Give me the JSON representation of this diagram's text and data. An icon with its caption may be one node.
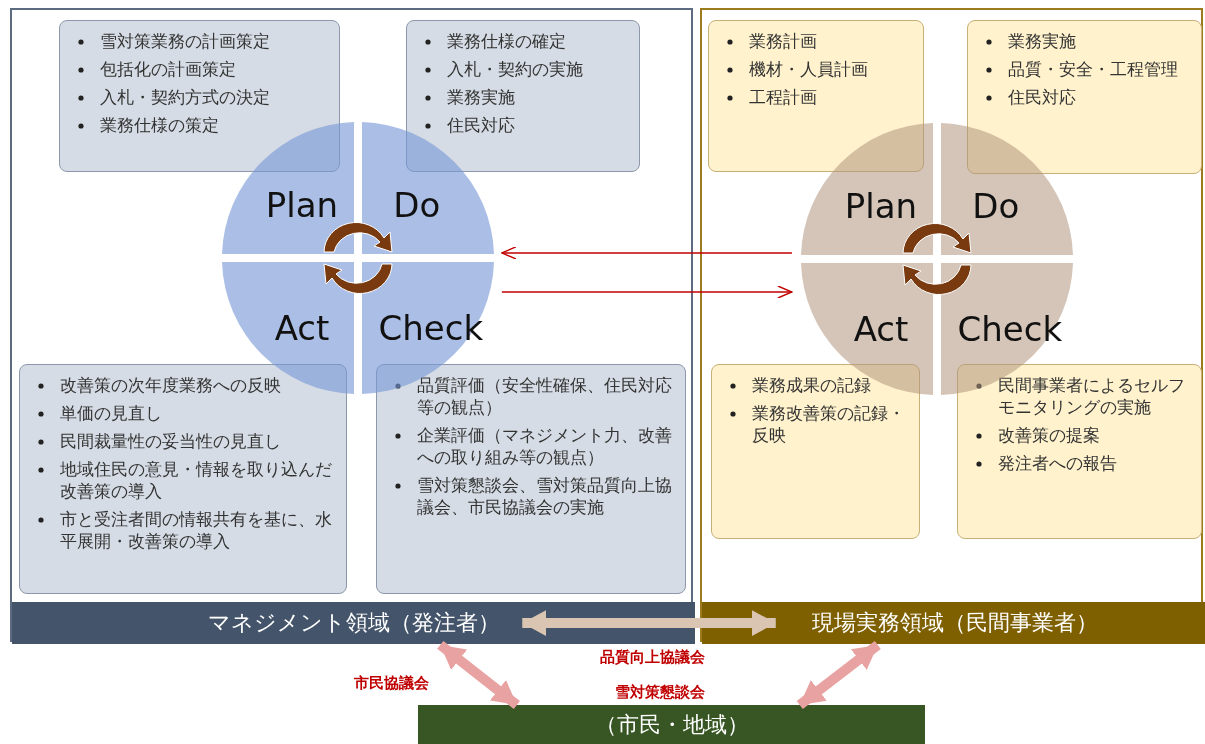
{
  "diagram": {
    "nodes": [
      {
        "text": [],
        "shape": "box"
      },
      {
        "text": [
          "雪対策業務の計画策定",
          "包括化の計画策定",
          "入札・契約方式の決定",
          "業務仕様の策定"
        ],
        "in": 0
      },
      {
        "text": [
          "業務仕様の確定",
          "入札・契約の実施",
          "業務実施",
          "住民対応"
        ],
        "in": 0
      },
      {
        "text": [
          "改善策の次年度業務への反映",
          "単価の見直し",
          "民間裁量性の妥当性の見直し",
          "地域住民の意見・情報を取り込んだ改善策の導入",
          "市と受注者間の情報共有を基に、水平展開・改善策の導入"
        ],
        "in": 0
      },
      {
        "text": [
          "品質評価（安全性確保、住民対応等の観点）",
          "企業評価（マネジメント力、改善への取り組み等の観点）",
          "雪対策懇談会、雪対策品質向上協議会、市民協議会の実施"
        ],
        "in": 0
      },
      {
        "text": [
          "Plan",
          "Do",
          "Act",
          "Check"
        ],
        "in": 0
      },
      {
        "text": [
          "マネジメント領域（発注者）"
        ],
        "in": 0
      },
      {
        "text": [],
        "shape": "box"
      },
      {
        "text": [
          "業務計画",
          "機材・人員計画",
          "工程計画"
        ],
        "in": 7
      },
      {
        "text": [
          "業務実施",
          "品質・安全・工程管理",
          "住民対応"
        ],
        "in": 7
      },
      {
        "text": [
          "業務成果の記録",
          "業務改善策の記録・反映"
        ],
        "in": 7
      },
      {
        "text": [
          "民間事業者によるセルフモニタリングの実施",
          "改善策の提案",
          "発注者への報告"
        ],
        "in": 7
      },
      {
        "text": [
          "Plan",
          "Do",
          "Act",
          "Check"
        ],
        "in": 7
      },
      {
        "text": [
          "現場実務領域（民間事業者）"
        ],
        "in": 7
      },
      {
        "text": [
          "（市民・地域）"
        ]
      }
    ],
    "edges": [
      {
        "from": 12,
        "to": 5,
        "arrow": "to"
      },
      {
        "from": 5,
        "to": 12,
        "arrow": "to"
      },
      {
        "from": 6,
        "to": 13,
        "arrow": "both",
        "color": "#d9c5b2"
      },
      {
        "from": 6,
        "to": 14,
        "arrow": "both",
        "color": "#e8a2a2",
        "label": "市民協議会"
      },
      {
        "from": 13,
        "to": 14,
        "arrow": "both",
        "color": "#e8a2a2"
      }
    ],
    "labels": [
      "品質向上協議会",
      "雪対策懇談会"
    ]
  }
}
